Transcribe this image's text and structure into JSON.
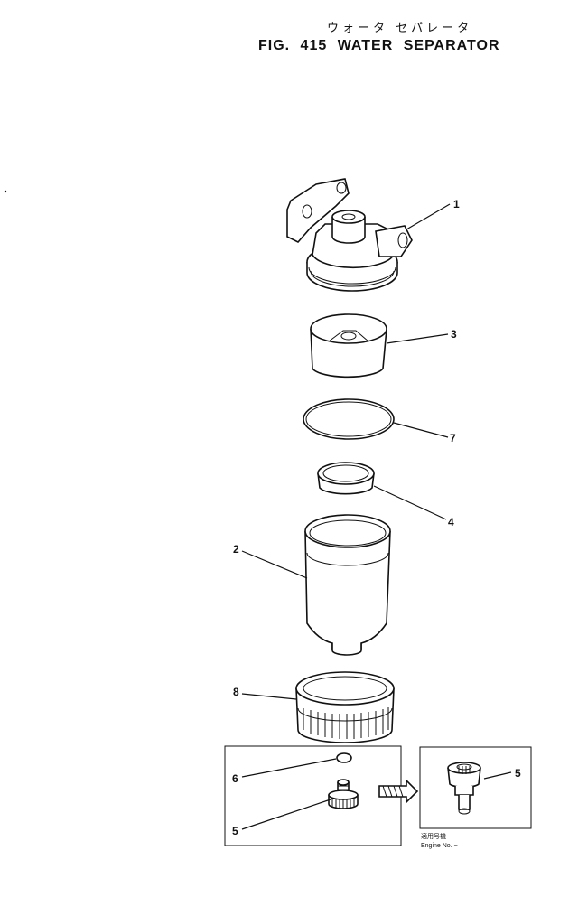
{
  "header": {
    "title_jp": "ウォータ セパレータ",
    "title_en": "FIG. 415  WATER SEPARATOR"
  },
  "callouts": {
    "p1": "1",
    "p3": "3",
    "p7": "7",
    "p4": "4",
    "p2": "2",
    "p8": "8",
    "p6": "6",
    "p5a": "5",
    "p5b": "5"
  },
  "inset": {
    "caption_jp": "適用号機",
    "caption_en": "Engine No. ~"
  }
}
